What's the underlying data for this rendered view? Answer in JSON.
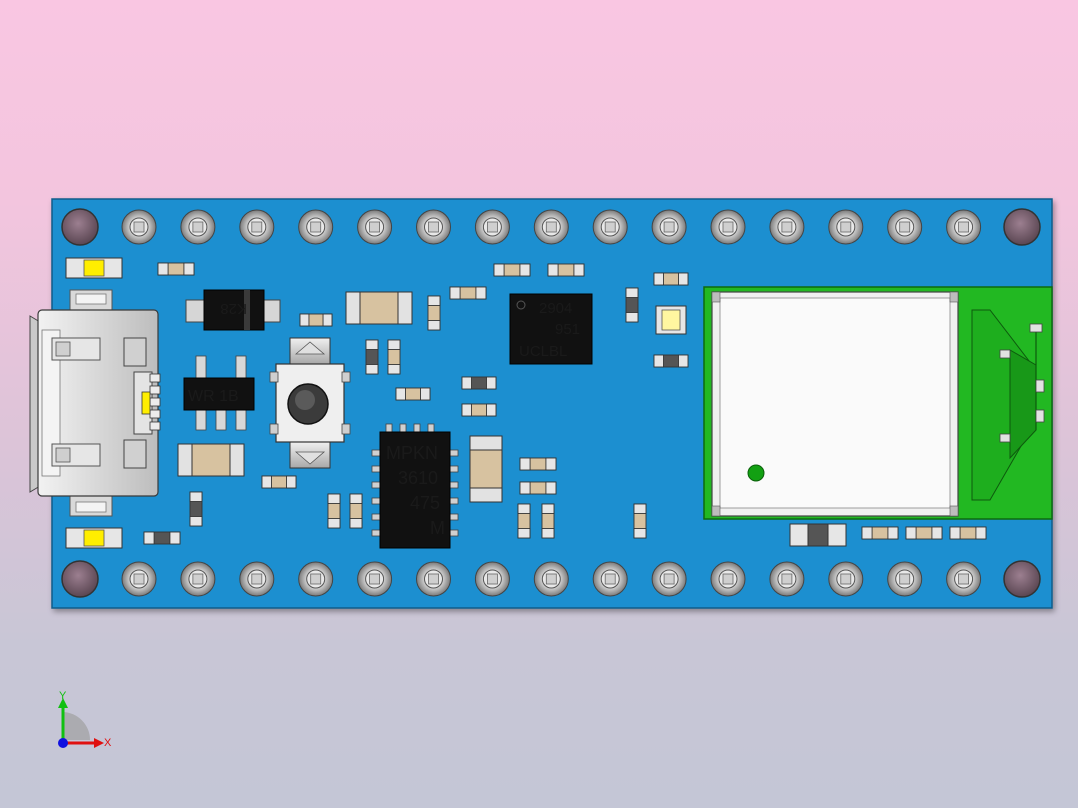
{
  "view": {
    "background_top": "#f9c6e2",
    "background_bottom": "#c4c6d6",
    "board_color": "#1e8fd0",
    "module_color": "#22b822"
  },
  "chips": {
    "diode": {
      "label": "K28"
    },
    "regulator": {
      "label": "WR 1B"
    },
    "sensor": {
      "line1": "2904",
      "line2": "951",
      "line3": "UCLBL"
    },
    "flash": {
      "line1": "MPKN",
      "line2": "3610",
      "line3": "475",
      "line4": "M"
    }
  },
  "triad": {
    "y_label": "Y",
    "x_label": "X",
    "x_color": "#e01010",
    "y_color": "#10c010",
    "z_color": "#1010e0"
  },
  "icons": {
    "reset_button": "push-button-icon",
    "usb_port": "micro-usb-connector-icon",
    "axis_triad": "coordinate-triad-icon"
  }
}
